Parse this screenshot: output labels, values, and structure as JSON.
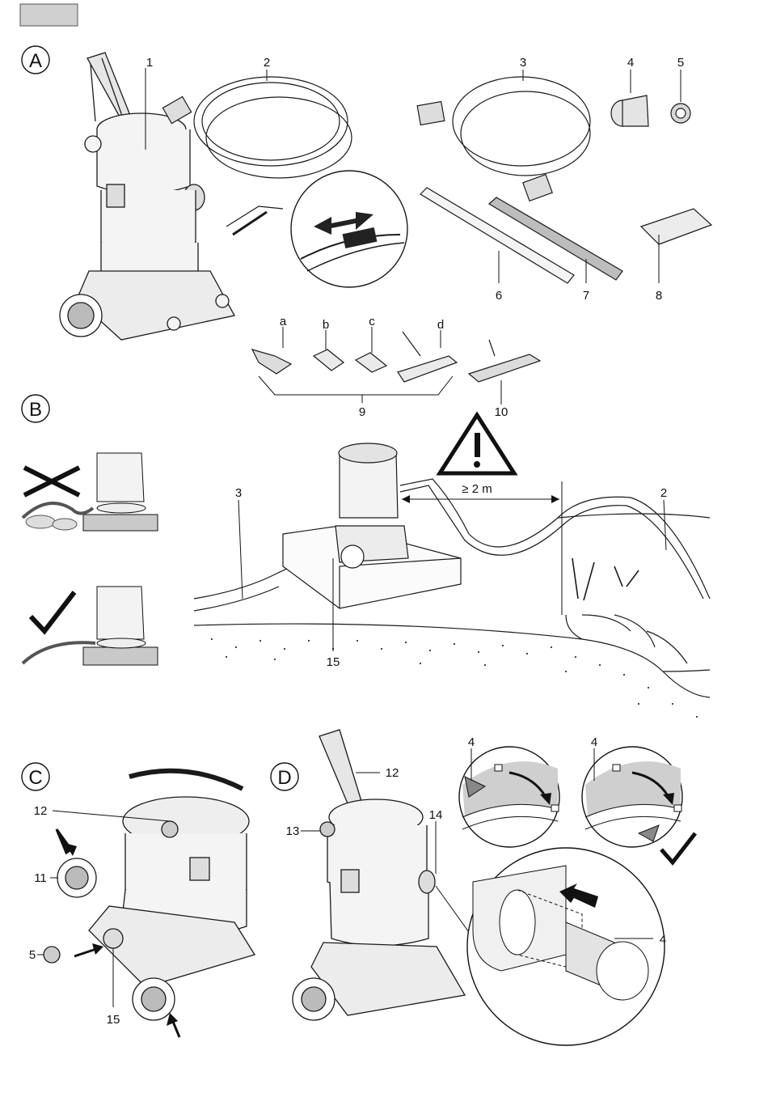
{
  "sections": {
    "A": "A",
    "B": "B",
    "C": "C",
    "D": "D"
  },
  "panel_a": {
    "parts": [
      "1",
      "2",
      "3",
      "4",
      "5",
      "6",
      "7",
      "8",
      "10"
    ],
    "nozzles": [
      "a",
      "b",
      "c",
      "d"
    ],
    "group_label": "9"
  },
  "panel_b": {
    "distance": "≥ 2 m",
    "labels": [
      "3",
      "2",
      "15"
    ]
  },
  "panel_c": {
    "labels": [
      "12",
      "11",
      "5",
      "15"
    ]
  },
  "panel_d": {
    "labels": [
      "12",
      "13",
      "14",
      "4",
      "4",
      "4"
    ]
  },
  "colors": {
    "line": "#1a1a1a",
    "grey_fill": "#cfcfcf",
    "light_fill": "#ececec",
    "swatch": "#d0d0d0"
  },
  "icons": [
    "warning-triangle-icon",
    "check-mark-icon",
    "cross-mark-icon",
    "lock-closed-icon",
    "lock-open-icon",
    "arrow-icon"
  ]
}
